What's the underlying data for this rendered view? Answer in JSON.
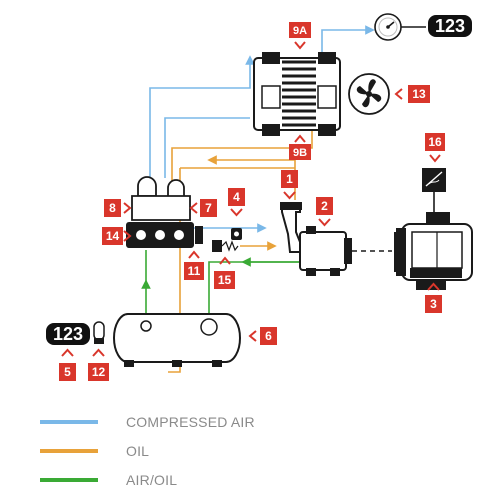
{
  "callouts": [
    {
      "id": "c1",
      "label": "1"
    },
    {
      "id": "c2",
      "label": "2"
    },
    {
      "id": "c3",
      "label": "3"
    },
    {
      "id": "c4",
      "label": "4"
    },
    {
      "id": "c5",
      "label": "5"
    },
    {
      "id": "c6",
      "label": "6"
    },
    {
      "id": "c7",
      "label": "7"
    },
    {
      "id": "c8",
      "label": "8"
    },
    {
      "id": "c9a",
      "label": "9A"
    },
    {
      "id": "c9b",
      "label": "9B"
    },
    {
      "id": "c11",
      "label": "11"
    },
    {
      "id": "c12",
      "label": "12"
    },
    {
      "id": "c13",
      "label": "13"
    },
    {
      "id": "c14",
      "label": "14"
    },
    {
      "id": "c15",
      "label": "15"
    },
    {
      "id": "c16",
      "label": "16"
    }
  ],
  "readouts": {
    "top": "123",
    "tank": "123"
  },
  "legend": [
    {
      "label": "COMPRESSED AIR",
      "color": "#7ab8e8"
    },
    {
      "label": "OIL",
      "color": "#e8a23a"
    },
    {
      "label": "AIR/OIL",
      "color": "#3aaa35"
    }
  ],
  "colors": {
    "callout": "#d9362b",
    "equipment": "#1a1a1a",
    "compressed_air": "#7ab8e8",
    "oil": "#e8a23a",
    "air_oil": "#3aaa35"
  }
}
